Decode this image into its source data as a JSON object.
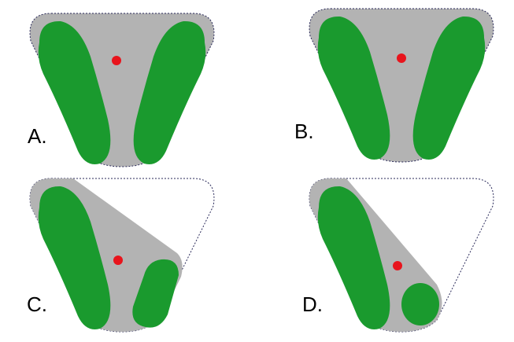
{
  "panels": [
    {
      "label": "A."
    },
    {
      "label": "B."
    },
    {
      "label": "C."
    },
    {
      "label": "D."
    }
  ],
  "colors": {
    "base": "#b3b3b3",
    "foot": "#1a9a2e",
    "center": "#e8141c",
    "outline": "#2a2a5a"
  }
}
